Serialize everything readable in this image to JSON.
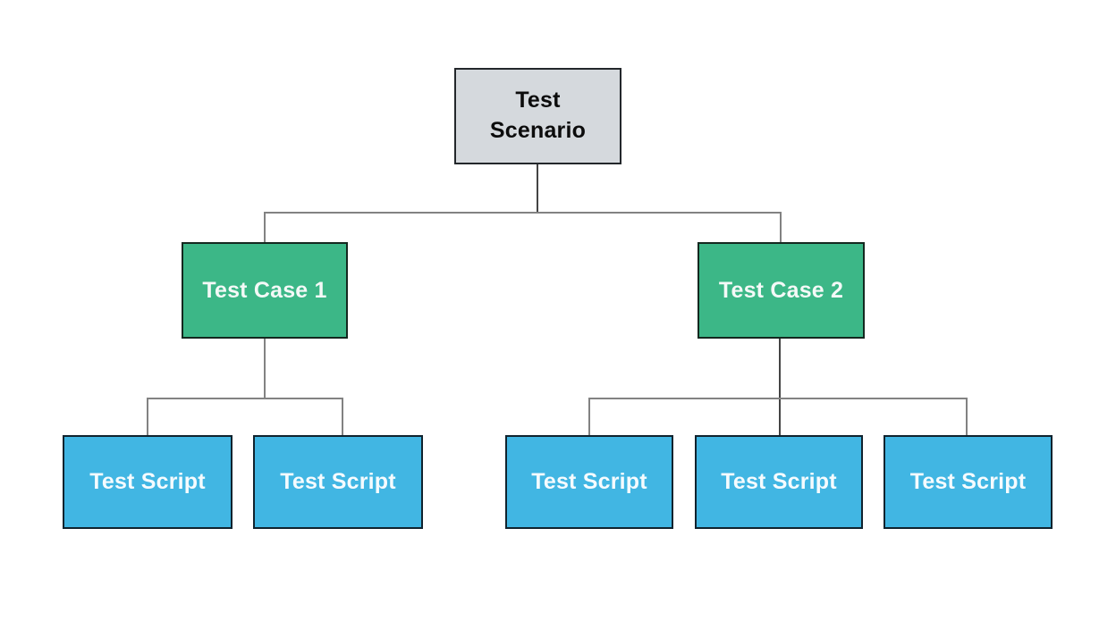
{
  "diagram": {
    "type": "tree",
    "colors": {
      "background": "#ffffff",
      "scenario_fill": "#d5d9dd",
      "scenario_text": "#0c0c0c",
      "case_fill": "#3cb787",
      "script_fill": "#41b6e3",
      "node_text_light": "#f5fbfe",
      "connector": "#828282"
    },
    "nodes": [
      {
        "id": "scenario",
        "label": "Test Scenario",
        "level": 1,
        "parent": null
      },
      {
        "id": "case1",
        "label": "Test Case 1",
        "level": 2,
        "parent": "scenario"
      },
      {
        "id": "case2",
        "label": "Test Case 2",
        "level": 2,
        "parent": "scenario"
      },
      {
        "id": "script1",
        "label": "Test Script",
        "level": 3,
        "parent": "case1"
      },
      {
        "id": "script2",
        "label": "Test Script",
        "level": 3,
        "parent": "case1"
      },
      {
        "id": "script3",
        "label": "Test Script",
        "level": 3,
        "parent": "case2"
      },
      {
        "id": "script4",
        "label": "Test Script",
        "level": 3,
        "parent": "case2"
      },
      {
        "id": "script5",
        "label": "Test Script",
        "level": 3,
        "parent": "case2"
      }
    ]
  }
}
